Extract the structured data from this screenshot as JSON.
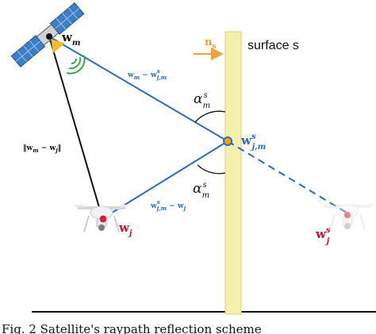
{
  "labels": {
    "surface": "surface s",
    "normal": "n",
    "normal_sub": "s",
    "sat_pos": "w",
    "sat_pos_sub": "m",
    "refl_point": "w",
    "refl_point_sup": "s",
    "refl_point_sub": "j,m",
    "receiver": "w",
    "receiver_sub": "j",
    "image": "w",
    "image_sup": "s",
    "image_sub": "j",
    "incident_vec": "w",
    "incident_vec_sub1": "m",
    "incident_vec_minus": " − w",
    "incident_vec_sup": "s",
    "incident_vec_sub2": "j,m",
    "reflected_vec": "w",
    "reflected_vec_sup": "s",
    "reflected_vec_sub": "j,m",
    "reflected_vec_minus": " − w",
    "reflected_vec_sub2": "j",
    "direct_vec": "w",
    "direct_vec_sub1": "m",
    "direct_vec_minus": " − w",
    "direct_vec_sub2": "j",
    "alpha_top": "α",
    "alpha_top_sup": "s",
    "alpha_top_sub": "m",
    "alpha_bottom": "α",
    "alpha_bottom_sup": "s",
    "alpha_bottom_sub": "m"
  },
  "caption": "Fig. 2   Satellite's raypath reflection scheme",
  "colors": {
    "incident_ray": "#2a6bbf",
    "direct_ray": "#1a1a1a",
    "surface_fill": "#f3efac",
    "surface_stroke": "#d9d27a",
    "normal_arrow": "#f2a03b",
    "receiver_dot": "#d4203a",
    "reflection_dot": "#f2a300",
    "label_blue": "#2a6bbf",
    "label_red": "#c8102e",
    "label_orange": "#f29a2e"
  }
}
